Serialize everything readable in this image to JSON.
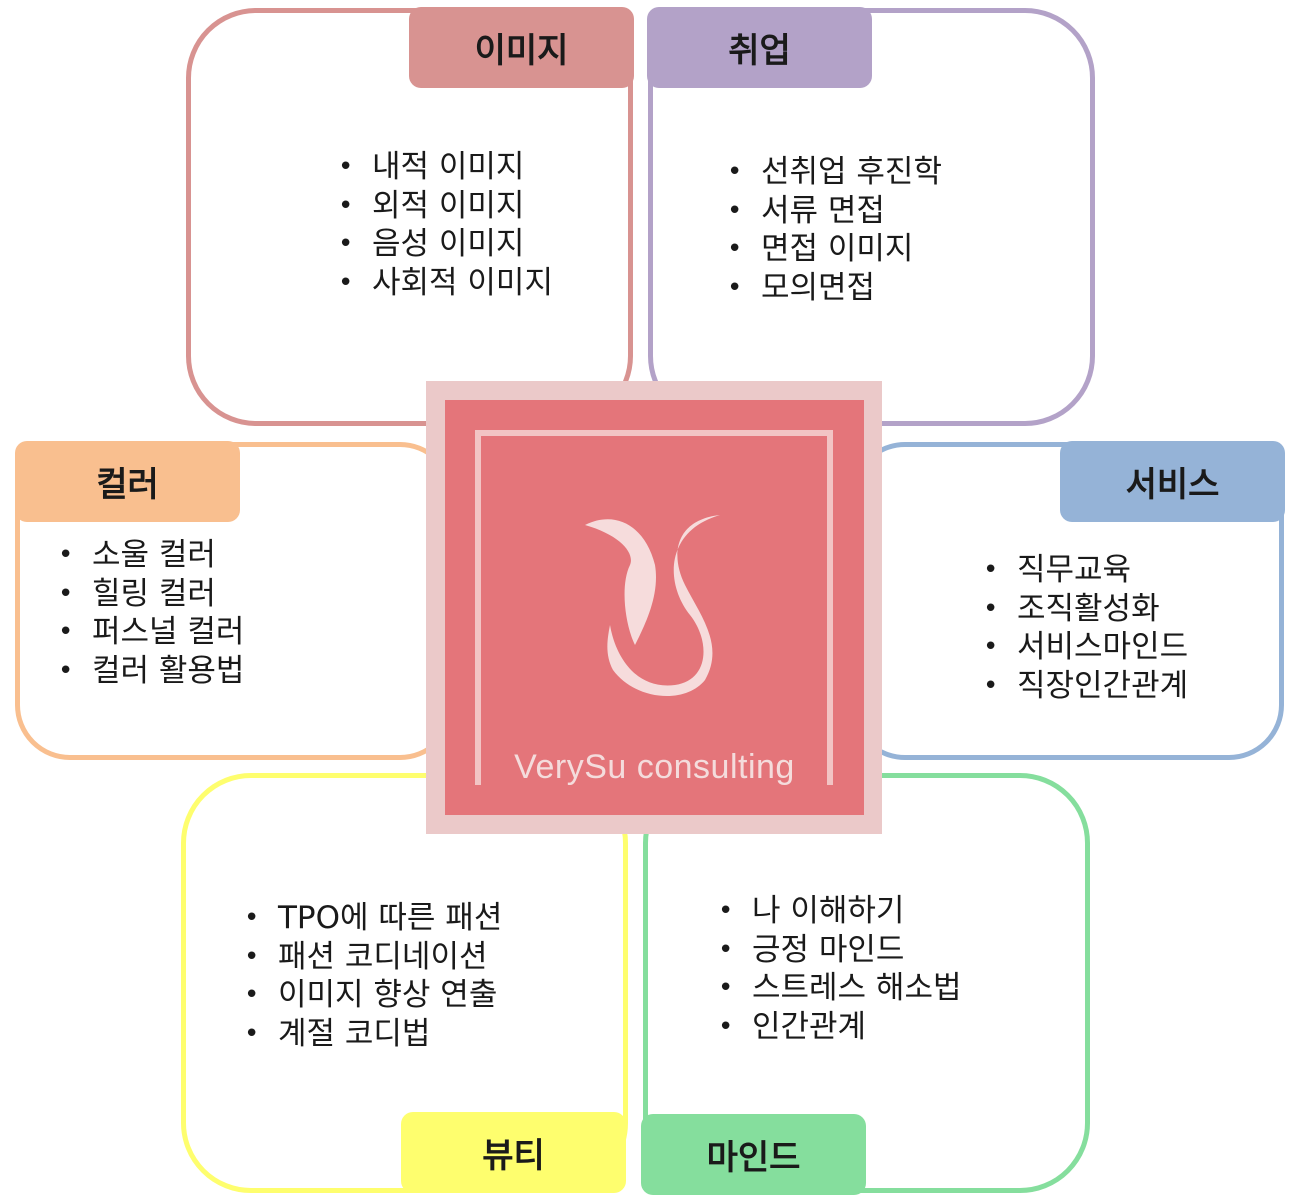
{
  "colors": {
    "image": "#d89391",
    "job": "#b3a2c8",
    "service": "#95b3d7",
    "color": "#f9bf8f",
    "beauty": "#fefe6e",
    "mind": "#85de9d",
    "logo_outer": "#ebc9c9",
    "logo_inner": "#e4757a"
  },
  "logo": {
    "text": "VerySu consulting",
    "icon": "vs-monogram-icon"
  },
  "categories": {
    "image": {
      "title": "이미지",
      "items": [
        "내적 이미지",
        "외적 이미지",
        "음성 이미지",
        "사회적 이미지"
      ]
    },
    "job": {
      "title": "취업",
      "items": [
        "선취업 후진학",
        "서류 면접",
        "면접 이미지",
        "모의면접"
      ]
    },
    "color": {
      "title": "컬러",
      "items": [
        "소울 컬러",
        "힐링 컬러",
        "퍼스널 컬러",
        "컬러 활용법"
      ]
    },
    "service": {
      "title": "서비스",
      "items": [
        "직무교육",
        "조직활성화",
        "서비스마인드",
        "직장인간관계"
      ]
    },
    "beauty": {
      "title": "뷰티",
      "items": [
        "TPO에 따른 패션",
        "패션 코디네이션",
        "이미지 향상 연출",
        "계절 코디법"
      ]
    },
    "mind": {
      "title": "마인드",
      "items": [
        "나 이해하기",
        "긍정 마인드",
        "스트레스 해소법",
        "인간관계"
      ]
    }
  }
}
